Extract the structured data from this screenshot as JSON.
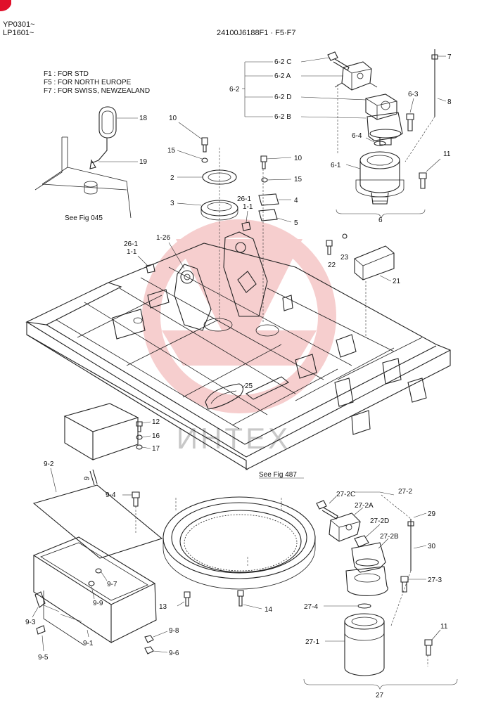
{
  "header": {
    "serial_1": "YP0301~",
    "serial_2": "LP1601~",
    "drawing_no": "24100J6188F1 · F5·F7"
  },
  "legend": {
    "f1": "F1 : FOR STD",
    "f5": "F5 : FOR NORTH  EUROPE",
    "f7": "F7 : FOR SWISS, NEWZEALAND"
  },
  "references": {
    "fig045": "See Fig 045",
    "fig487": "See Fig 487"
  },
  "watermark": "ИНТЕХ",
  "colors": {
    "watermark": "#e46a6a",
    "ink": "#222222",
    "corner_mark": "#e0102a"
  },
  "labels": {
    "l_6_2c": "6-2 C",
    "l_6_2a": "6-2 A",
    "l_6_2": "6-2",
    "l_6_2d": "6-2 D",
    "l_6_2b": "6-2 B",
    "l_7": "7",
    "l_8": "8",
    "l_6_3": "6-3",
    "l_6_4": "6-4",
    "l_6_1": "6-1",
    "l_11a": "11",
    "l_6": "6",
    "l_18": "18",
    "l_19": "19",
    "l_10a": "10",
    "l_15a": "15",
    "l_2": "2",
    "l_3": "3",
    "l_10b": "10",
    "l_15b": "15",
    "l_4": "4",
    "l_5": "5",
    "l_26_1a": "26-1",
    "l_1_1a": "1-1",
    "l_1_26": "1-26",
    "l_26_1b": "26-1",
    "l_1_1b": "1-1",
    "l_22": "22",
    "l_23": "23",
    "l_21": "21",
    "l_25": "25",
    "l_12": "12",
    "l_16": "16",
    "l_17": "17",
    "l_9": "9",
    "l_9_2": "9-2",
    "l_9_4": "9-4",
    "l_9_7": "9-7",
    "l_9_9": "9-9",
    "l_9_3": "9-3",
    "l_9_1": "9-1",
    "l_9_5": "9-5",
    "l_9_8": "9-8",
    "l_9_6": "9-6",
    "l_13": "13",
    "l_14": "14",
    "l_27_2c": "27-2C",
    "l_27_2": "27-2",
    "l_27_2a": "27-2A",
    "l_27_2d": "27-2D",
    "l_27_2b": "27-2B",
    "l_29": "29",
    "l_30": "30",
    "l_27_3": "27-3",
    "l_27_4": "27-4",
    "l_11b": "11",
    "l_27_1": "27-1",
    "l_27": "27"
  }
}
